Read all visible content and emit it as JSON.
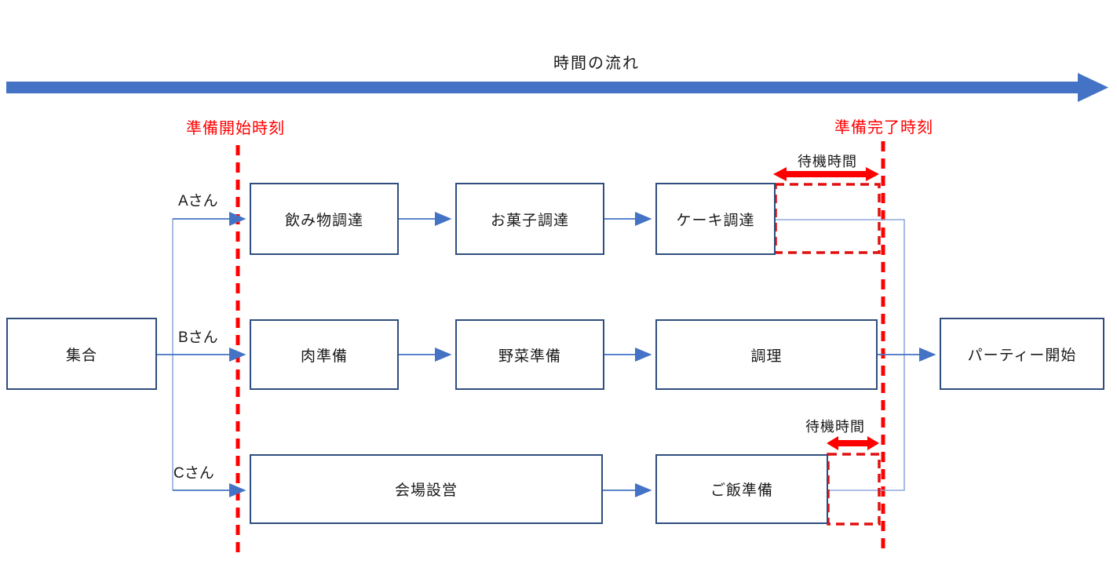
{
  "diagram": {
    "title": "時間の流れ",
    "milestones": {
      "start_label": "準備開始時刻",
      "end_label": "準備完了時刻"
    },
    "wait_labels": {
      "lane_a": "待機時間",
      "lane_c": "待機時間"
    },
    "start_node": {
      "label": "集合"
    },
    "end_node": {
      "label": "パーティー開始"
    },
    "lanes": [
      {
        "person": "Aさん",
        "tasks": [
          "飲み物調達",
          "お菓子調達",
          "ケーキ調達"
        ]
      },
      {
        "person": "Bさん",
        "tasks": [
          "肉準備",
          "野菜準備",
          "調理"
        ]
      },
      {
        "person": "Cさん",
        "tasks": [
          "会場設営",
          "ご飯準備"
        ]
      }
    ],
    "colors": {
      "timeline_blue": "#4472C4",
      "connector_blue": "#4472C4",
      "connector_light_blue": "#8FAADC",
      "box_border_navy": "#2F4E7E",
      "milestone_red": "#FF0000",
      "wait_rect_red": "#E01010"
    }
  }
}
